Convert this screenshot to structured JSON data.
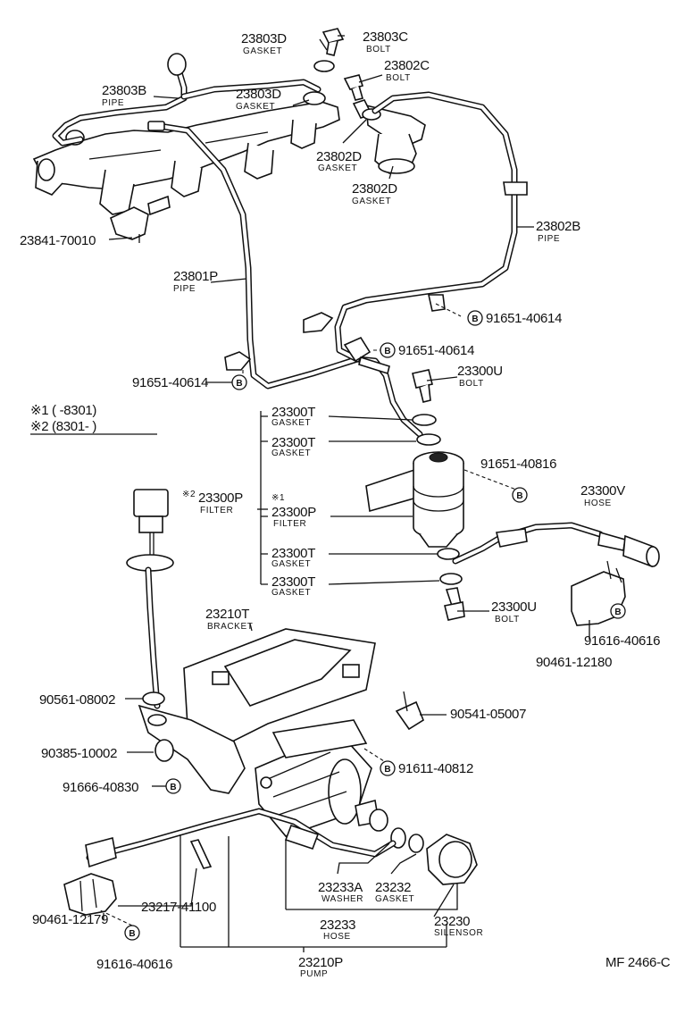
{
  "labels": {
    "p23803D_top": {
      "number": "23803D",
      "name": "GASKET"
    },
    "p23803C": {
      "number": "23803C",
      "name": "BOLT"
    },
    "p23802C": {
      "number": "23802C",
      "name": "BOLT"
    },
    "p23803B": {
      "number": "23803B",
      "name": "PIPE"
    },
    "p23803D_mid": {
      "number": "23803D",
      "name": "GASKET"
    },
    "p23802D_a": {
      "number": "23802D",
      "name": "GASKET"
    },
    "p23802D_b": {
      "number": "23802D",
      "name": "GASKET"
    },
    "p23841": {
      "number": "23841-70010"
    },
    "p23802B": {
      "number": "23802B",
      "name": "PIPE"
    },
    "p23801P": {
      "number": "23801P",
      "name": "PIPE"
    },
    "p91651_a": {
      "number": "91651-40614"
    },
    "p91651_b": {
      "number": "91651-40614"
    },
    "p91651_c": {
      "number": "91651-40614"
    },
    "p23300U_top": {
      "number": "23300U",
      "name": "BOLT"
    },
    "p23300T_1": {
      "number": "23300T",
      "name": "GASKET"
    },
    "p23300T_2": {
      "number": "23300T",
      "name": "GASKET"
    },
    "p91651_40816": {
      "number": "91651-40816"
    },
    "p23300P_left": {
      "number": "23300P",
      "name": "FILTER",
      "mark": "※2"
    },
    "p23300P_right": {
      "number": "23300P",
      "name": "FILTER",
      "mark": "※1"
    },
    "p23300V": {
      "number": "23300V",
      "name": "HOSE"
    },
    "p23300T_3": {
      "number": "23300T",
      "name": "GASKET"
    },
    "p23300T_4": {
      "number": "23300T",
      "name": "GASKET"
    },
    "p23300U_bot": {
      "number": "23300U",
      "name": "BOLT"
    },
    "p91616_right": {
      "number": "91616-40616"
    },
    "p90461_12180": {
      "number": "90461-12180"
    },
    "p23210T": {
      "number": "23210T",
      "name": "BRACKET"
    },
    "p90561": {
      "number": "90561-08002"
    },
    "p90541": {
      "number": "90541-05007"
    },
    "p90385": {
      "number": "90385-10002"
    },
    "p91611": {
      "number": "91611-40812"
    },
    "p91666": {
      "number": "91666-40830"
    },
    "p23233A": {
      "number": "23233A",
      "name": "WASHER"
    },
    "p23232": {
      "number": "23232",
      "name": "GASKET"
    },
    "p23217": {
      "number": "23217-41100"
    },
    "p90461_12179": {
      "number": "90461-12179"
    },
    "p23233": {
      "number": "23233",
      "name": "HOSE"
    },
    "p23230": {
      "number": "23230",
      "name": "SILENSOR"
    },
    "p91616_left": {
      "number": "91616-40616"
    },
    "p23210P": {
      "number": "23210P",
      "name": "PUMP"
    }
  },
  "notes": {
    "note1": {
      "mark": "※1",
      "range": "(       -8301)"
    },
    "note2": {
      "mark": "※2",
      "range": "(8301-        )"
    }
  },
  "b_mark": "B",
  "figure_code": "MF 2466-C"
}
